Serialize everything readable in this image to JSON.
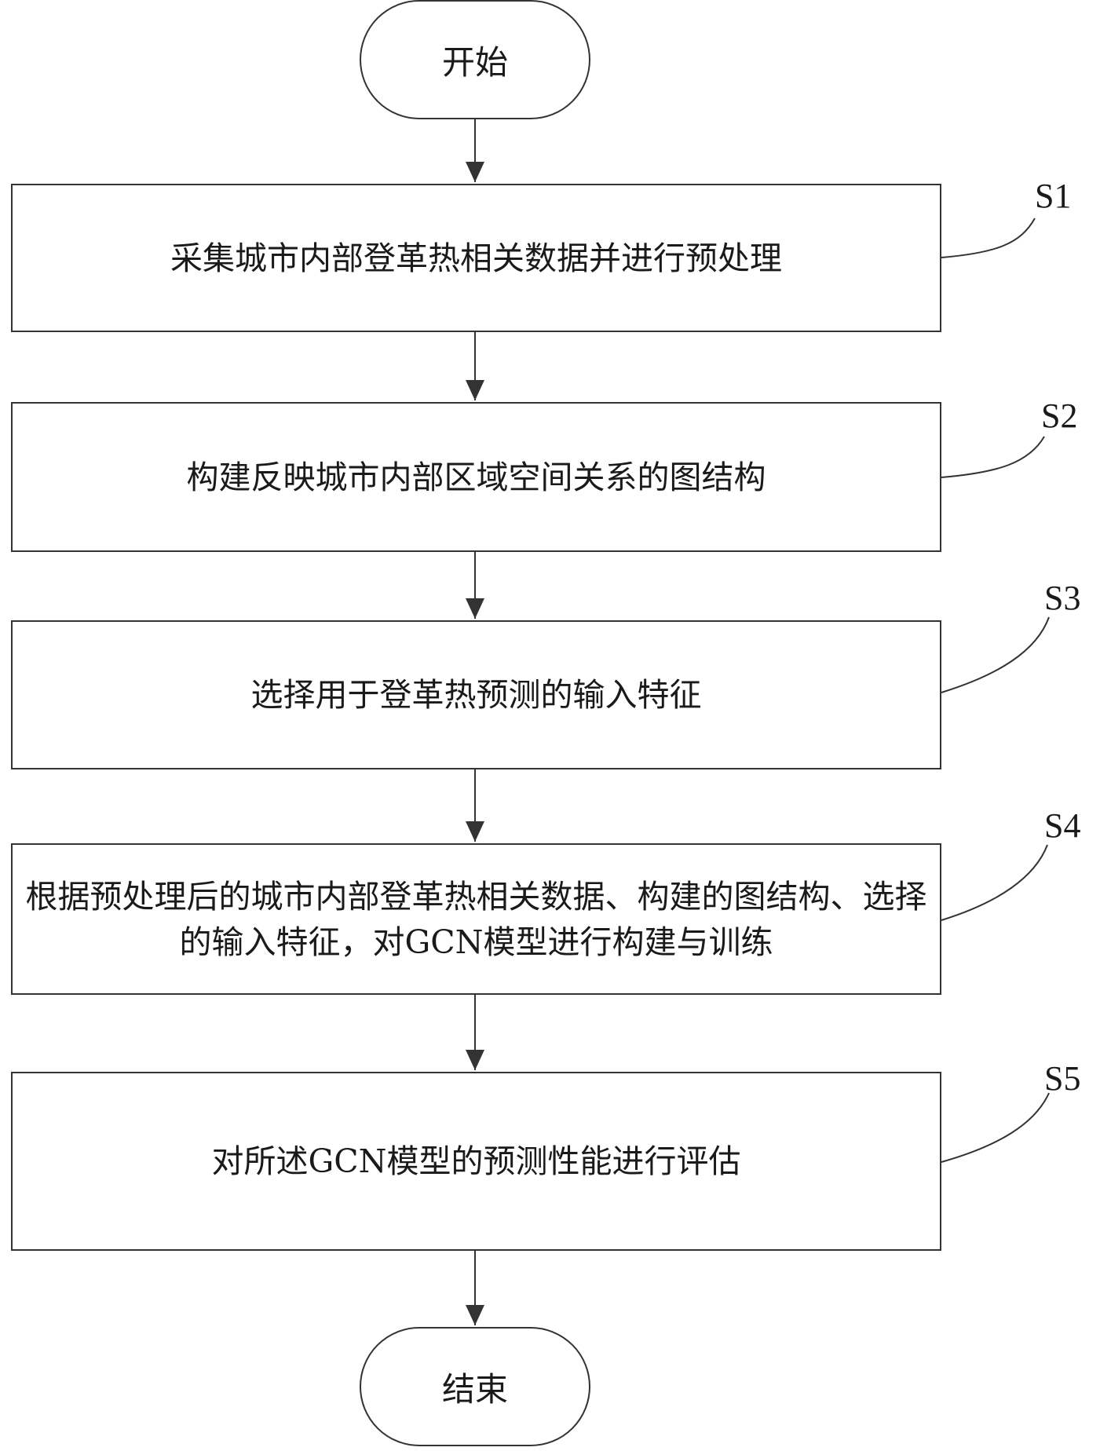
{
  "flowchart": {
    "start": {
      "text": "开始"
    },
    "steps": [
      {
        "label": "S1",
        "text": "采集城市内部登革热相关数据并进行预处理"
      },
      {
        "label": "S2",
        "text": "构建反映城市内部区域空间关系的图结构"
      },
      {
        "label": "S3",
        "text": "选择用于登革热预测的输入特征"
      },
      {
        "label": "S4",
        "text": "根据预处理后的城市内部登革热相关数据、构建的图结构、选择的输入特征，对GCN模型进行构建与训练"
      },
      {
        "label": "S5",
        "text": "对所述GCN模型的预测性能进行评估"
      }
    ],
    "end": {
      "text": "结束"
    }
  }
}
